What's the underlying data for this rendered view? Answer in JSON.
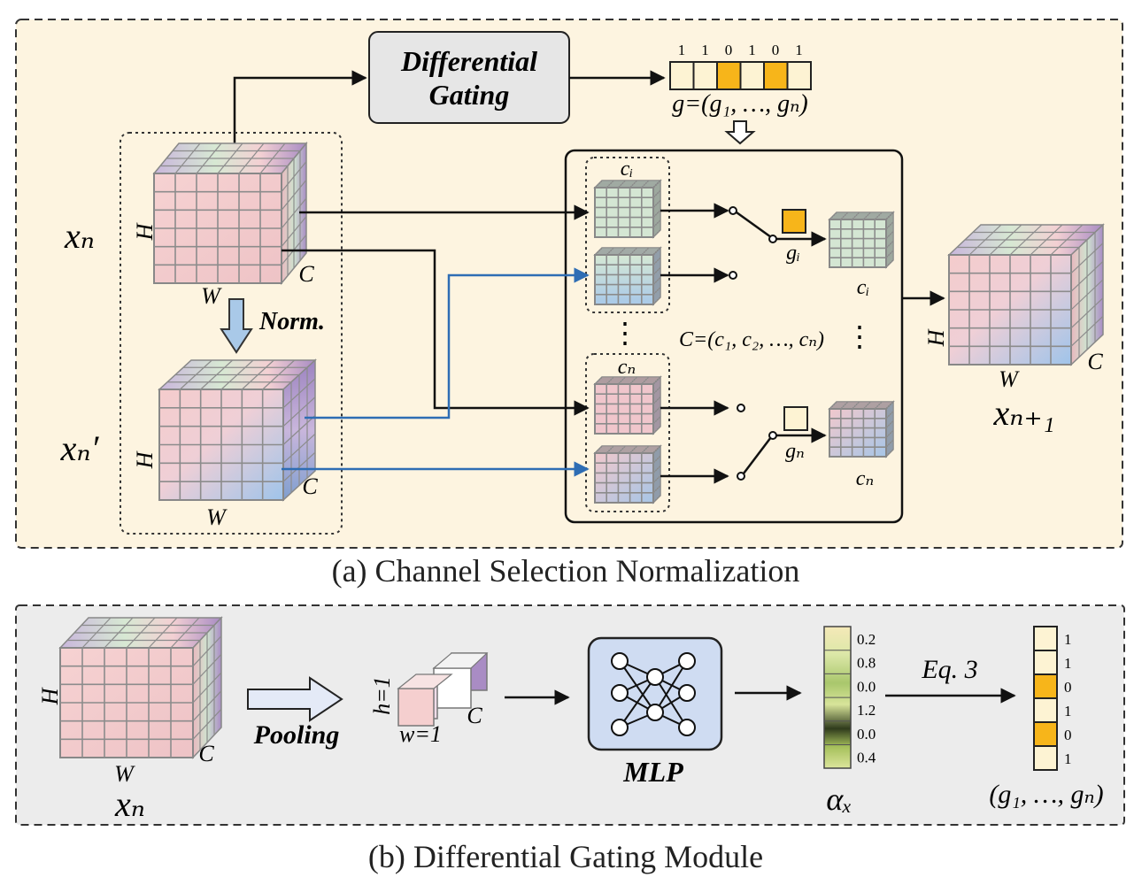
{
  "colors": {
    "panel_a_fill": "#fdf4e0",
    "panel_b_fill": "#ececec",
    "gate_on": "#f7b51a",
    "gate_off": "#fdf3d3",
    "arrow_blue": "#2e6db4",
    "grid_line": "#9a9a9a",
    "pink": "#f2c9c9",
    "blue": "#a9c9e8",
    "green": "#cfe3cf",
    "purple": "#a98cc4",
    "mlp_fill": "#cfdcf2"
  },
  "panel_a": {
    "caption": "(a) Channel Selection Normalization",
    "gating_box_line1": "Differential",
    "gating_box_line2": "Gating",
    "gate_bits": [
      "1",
      "1",
      "0",
      "1",
      "0",
      "1"
    ],
    "gate_bit_states": [
      0,
      0,
      1,
      0,
      1,
      0
    ],
    "gate_vector_label": "g=(g₁, …, gₙ)",
    "xn_label": "xₙ",
    "xn_prime_label": "xₙ′",
    "norm_label": "Norm.",
    "dim_h": "H",
    "dim_w": "W",
    "dim_c": "C",
    "ci_label": "cᵢ",
    "cn_label": "cₙ",
    "gi_label": "gᵢ",
    "gn_label": "gₙ",
    "ci_out_label": "cᵢ",
    "cn_out_label": "cₙ",
    "c_set_label": "C=(c₁, c₂, …, cₙ)",
    "vdots": "⋮",
    "xn1_label": "xₙ₊₁"
  },
  "panel_b": {
    "caption": "(b) Differential Gating Module",
    "xn_label": "xₙ",
    "dim_h": "H",
    "dim_w": "W",
    "dim_c": "C",
    "pooling_label": "Pooling",
    "h1_label": "h=1",
    "w1_label": "w=1",
    "pool_c_label": "C",
    "mlp_label": "MLP",
    "alpha_values": [
      "0.2",
      "0.8",
      "0.0",
      "1.2",
      "0.0",
      "0.4"
    ],
    "alpha_label": "αₓ",
    "eq_label": "Eq. 3",
    "out_values": [
      "1",
      "1",
      "0",
      "1",
      "0",
      "1"
    ],
    "out_label": "(g₁, …, gₙ)"
  }
}
